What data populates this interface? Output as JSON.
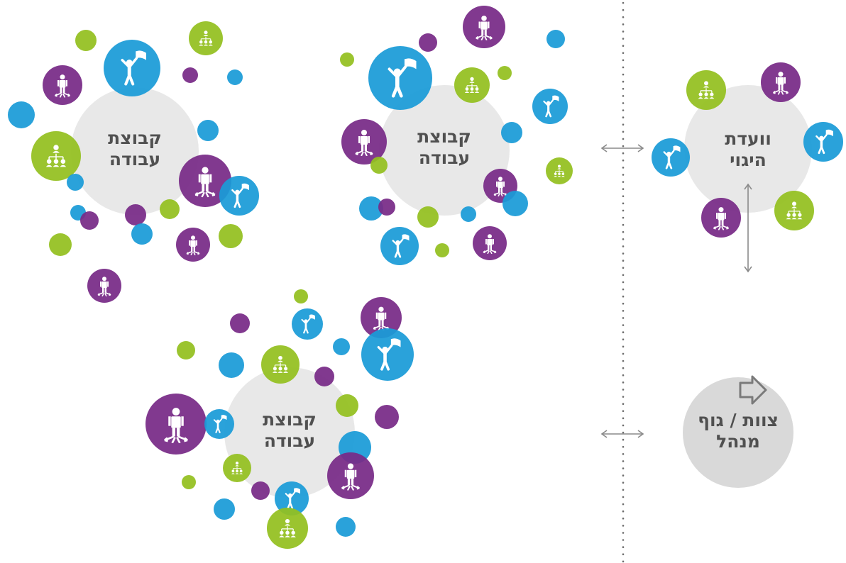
{
  "colors": {
    "purple": "#772a87",
    "blue": "#1a9bd7",
    "green": "#93c01f",
    "hub": "#e8e8e8",
    "hub_dark": "#d9d9d9",
    "text": "#505050",
    "arrow": "#8a8a8a",
    "divider": "#6e6e6e"
  },
  "icons": {
    "purple": "person-directions-icon",
    "blue": "flag-person-icon",
    "green": "org-chart-icon"
  },
  "working_groups": [
    {
      "line1": "קבוצת",
      "line2": "עבודה"
    },
    {
      "line1": "קבוצת",
      "line2": "עבודה"
    },
    {
      "line1": "קבוצת",
      "line2": "עבודה"
    }
  ],
  "steering_committee": {
    "line1": "וועדת",
    "line2": "היגוי"
  },
  "management_team": {
    "line1": "צוות / גוף",
    "line2": "מנהל"
  }
}
